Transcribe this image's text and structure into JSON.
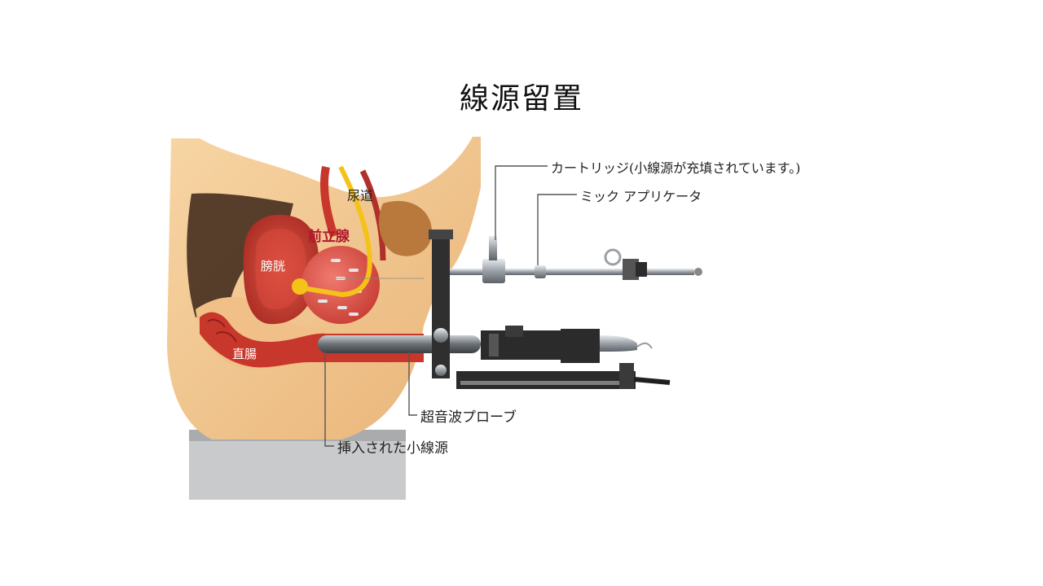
{
  "slide": {
    "title": "線源留置"
  },
  "labels": {
    "urethra": "尿道",
    "prostate": "前立腺",
    "bladder": "膀胱",
    "rectum": "直腸",
    "cartridge": "カートリッジ(小線源が充填されています。)",
    "applicator": "ミック アプリケータ",
    "ultrasound_probe": "超音波プローブ",
    "inserted_seeds": "挿入された小線源"
  },
  "colors": {
    "skin": "#f3c890",
    "tissue_red": "#c8372c",
    "prostate_red": "#e0504a",
    "instrument_dark": "#2b2b2b",
    "metal": "#b8bcc0",
    "urethra_yellow": "#f5c21a"
  }
}
